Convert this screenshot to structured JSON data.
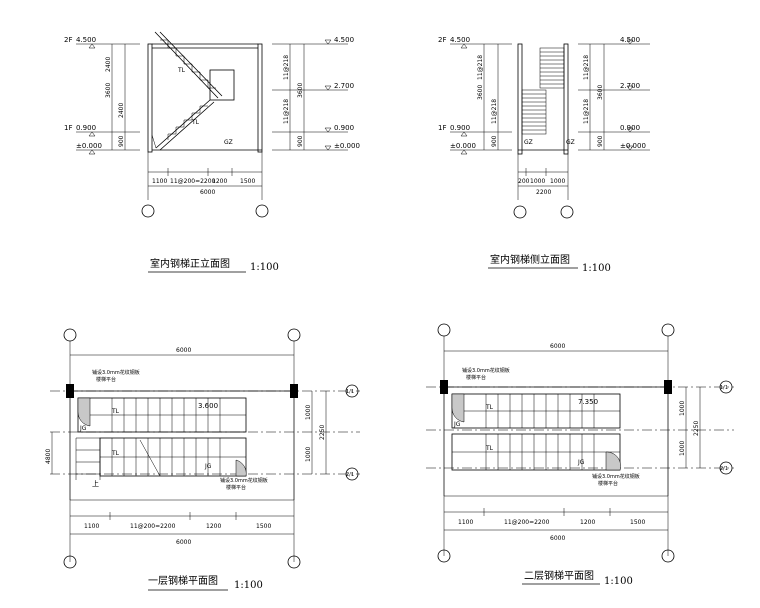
{
  "elevation_front": {
    "levels": {
      "f2": "2F",
      "f2_val": "4.500",
      "f1": "1F",
      "f1_val": "0.900",
      "zero": "±0.000"
    },
    "right_levels": [
      "4.500",
      "2.700",
      "0.900",
      "±0.000"
    ],
    "left_dims": [
      "2400",
      "3600",
      "2400",
      "900"
    ],
    "right_dims": [
      "11@218",
      "3600",
      "11@218",
      "900"
    ],
    "labels": {
      "tl_upper": "TL",
      "tl_lower": "TL",
      "gz": "GZ"
    },
    "bottom_dims": [
      "1100",
      "11@200=2200",
      "1200",
      "1500"
    ],
    "total": "6000",
    "caption": "室内钢梯正立面图",
    "scale": "1:100"
  },
  "elevation_side": {
    "levels": {
      "f2": "2F",
      "f2_val": "4.500",
      "f1": "1F",
      "f1_val": "0.900",
      "zero": "±0.000"
    },
    "right_levels": [
      "4.500",
      "2.700",
      "0.900",
      "±0.000"
    ],
    "left_dims": [
      "11@218",
      "3600",
      "11@218",
      "900"
    ],
    "right_dims": [
      "11@218",
      "3600",
      "11@218",
      "900"
    ],
    "labels": {
      "gz_left": "GZ",
      "gz_right": "GZ"
    },
    "bottom_dims": [
      "200",
      "1000",
      "1000"
    ],
    "total": "2200",
    "caption": "室内钢梯侧立面图",
    "scale": "1:100"
  },
  "plan_first": {
    "top_dim": "6000",
    "right_dims": [
      "1000",
      "1000",
      "2250"
    ],
    "axis_labels": [
      "1/1",
      "2/1"
    ],
    "left_dim": "4800",
    "notes": {
      "top": "铺设3.0mm花纹钢板",
      "top2": "楼梯平台",
      "bottom": "铺设3.0mm花纹钢板",
      "bottom2": "楼梯平台"
    },
    "level": "3.600",
    "labels": {
      "tl": "TL",
      "jg": "JG",
      "up": "上"
    },
    "bottom_dims": [
      "1100",
      "11@200=2200",
      "1200",
      "1500"
    ],
    "total": "6000",
    "caption": "一层钢梯平面图",
    "scale": "1:100"
  },
  "plan_second": {
    "top_dim": "6000",
    "right_dims": [
      "1000",
      "1000",
      "2250"
    ],
    "axis_labels": [
      "1/1",
      "2/1"
    ],
    "notes": {
      "top": "铺设3.0mm花纹钢板",
      "top2": "楼梯平台",
      "bottom": "铺设3.0mm花纹钢板",
      "bottom2": "楼梯平台"
    },
    "level": "7.350",
    "labels": {
      "tl": "TL",
      "jg": "JG"
    },
    "bottom_dims": [
      "1100",
      "11@200=2200",
      "1200",
      "1500"
    ],
    "total": "6000",
    "caption": "二层钢梯平面图",
    "scale": "1:100"
  }
}
